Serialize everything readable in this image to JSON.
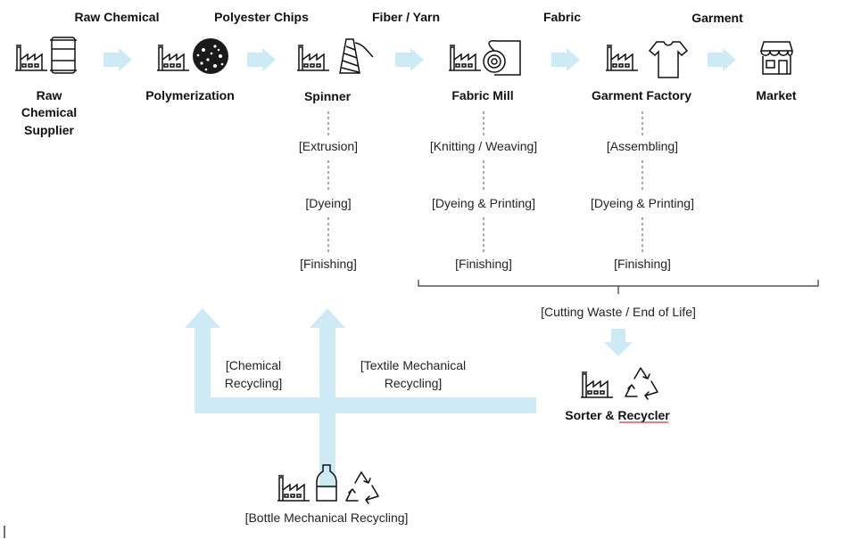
{
  "flow_labels": [
    "Raw Chemical",
    "Polyester Chips",
    "Fiber / Yarn",
    "Fabric",
    "Garment"
  ],
  "nodes": [
    {
      "id": "raw",
      "lines": [
        "Raw",
        "Chemical",
        "Supplier"
      ]
    },
    {
      "id": "poly",
      "lines": [
        "Polymerization"
      ]
    },
    {
      "id": "spinner",
      "lines": [
        "Spinner"
      ]
    },
    {
      "id": "mill",
      "lines": [
        "Fabric Mill"
      ]
    },
    {
      "id": "garment",
      "lines": [
        "Garment Factory"
      ]
    },
    {
      "id": "market",
      "lines": [
        "Market"
      ]
    }
  ],
  "processes": {
    "spinner": [
      "[Extrusion]",
      "[Dyeing]",
      "[Finishing]"
    ],
    "mill": [
      "[Knitting / Weaving]",
      "[Dyeing & Printing]",
      "[Finishing]"
    ],
    "garment": [
      "[Assembling]",
      "[Dyeing & Printing]",
      "[Finishing]"
    ]
  },
  "waste_label": "[Cutting Waste / End of Life]",
  "recycler_label_prefix": "Sorter & ",
  "recycler_label_underlined": "Recycler",
  "recycling": {
    "chemical": [
      "[Chemical",
      "Recycling]"
    ],
    "textile": [
      "[Textile Mechanical",
      "Recycling]"
    ],
    "bottle": "[Bottle Mechanical Recycling]"
  },
  "colors": {
    "arrow": "#cdeaf5",
    "text": "#111111",
    "connector": "#555555",
    "underline": "#d23b3b"
  },
  "icons": [
    "factory-icon",
    "barrel-icon",
    "polyester-chips-icon",
    "yarn-cone-icon",
    "fabric-roll-icon",
    "tshirt-icon",
    "shop-icon",
    "recycle-icon",
    "bottle-icon"
  ]
}
